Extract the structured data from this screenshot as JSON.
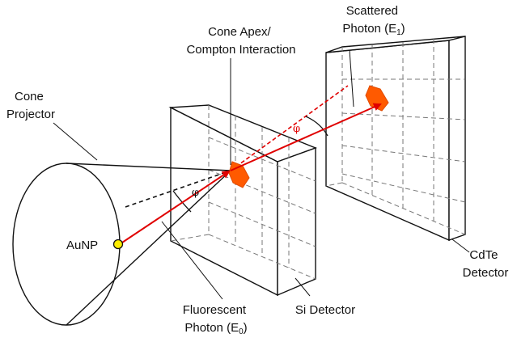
{
  "labels": {
    "cone_projector": [
      "Cone",
      "Projector"
    ],
    "cone_apex": [
      "Cone Apex/",
      "Compton Interaction"
    ],
    "scattered_photon": [
      "Scattered",
      "Photon (E",
      "1",
      ")"
    ],
    "aunp": "AuNP",
    "fluorescent_photon": [
      "Fluorescent",
      "Photon (E",
      "0",
      ")"
    ],
    "si_detector": "Si Detector",
    "cdte_detector": [
      "CdTe",
      "Detector"
    ],
    "phi": "φ"
  },
  "colors": {
    "photon_path": "#e00000",
    "interaction_patch": "#ff5a00",
    "aunp_dot": "#ffee00",
    "outline": "#111111"
  }
}
